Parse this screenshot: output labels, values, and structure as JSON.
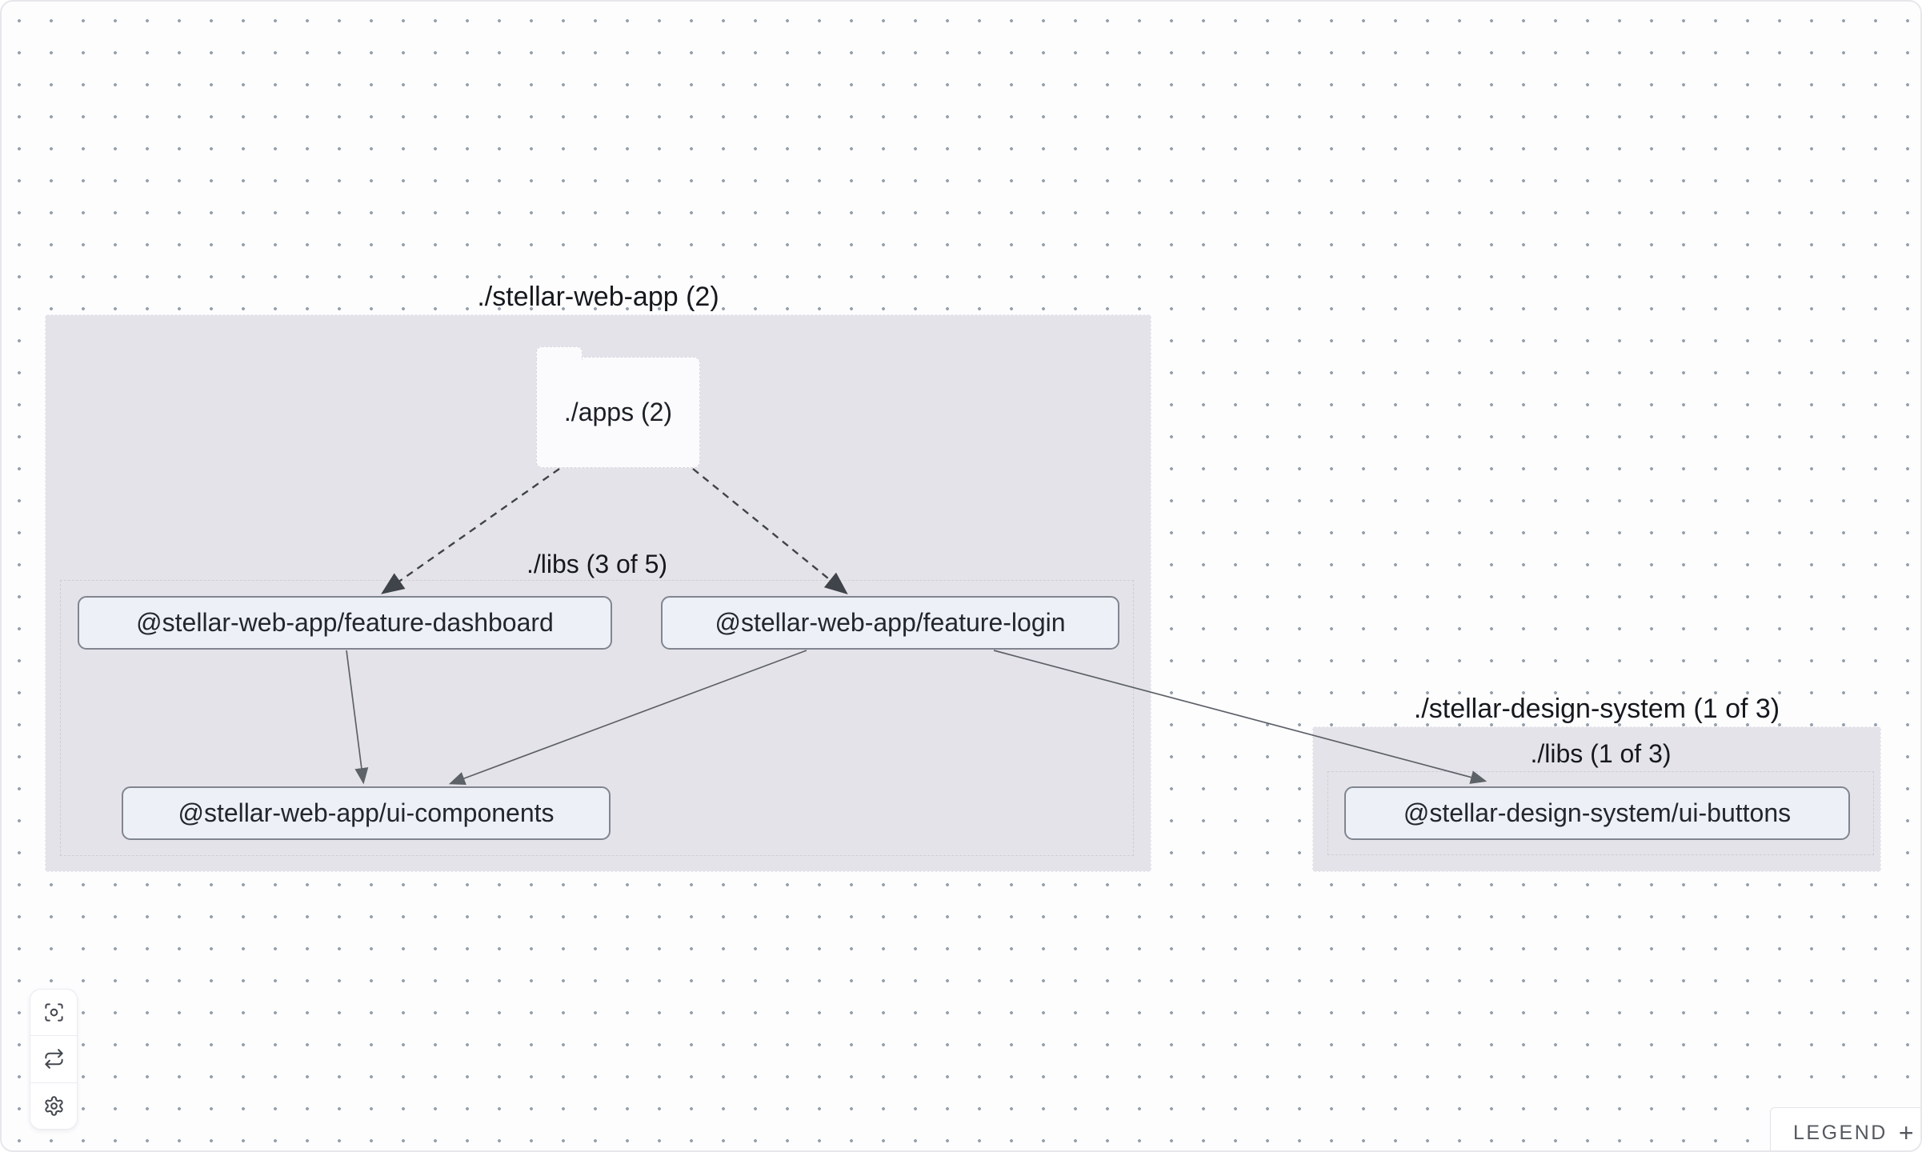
{
  "canvas": {
    "background": "#fdfdfe",
    "dot_color": "#99a1b0"
  },
  "groups": {
    "web_app": {
      "title": "./stellar-web-app (2)",
      "apps_folder_label": "./apps (2)",
      "libs_label": "./libs (3 of 5)"
    },
    "design_system": {
      "title": "./stellar-design-system (1 of 3)",
      "libs_label": "./libs (1 of 3)"
    }
  },
  "nodes": {
    "feature_dashboard": "@stellar-web-app/feature-dashboard",
    "feature_login": "@stellar-web-app/feature-login",
    "ui_components": "@stellar-web-app/ui-components",
    "ui_buttons": "@stellar-design-system/ui-buttons"
  },
  "edges": [
    {
      "from": "./apps",
      "to": "@stellar-web-app/feature-dashboard",
      "style": "dashed"
    },
    {
      "from": "./apps",
      "to": "@stellar-web-app/feature-login",
      "style": "dashed"
    },
    {
      "from": "@stellar-web-app/feature-dashboard",
      "to": "@stellar-web-app/ui-components",
      "style": "solid"
    },
    {
      "from": "@stellar-web-app/feature-login",
      "to": "@stellar-web-app/ui-components",
      "style": "solid"
    },
    {
      "from": "@stellar-web-app/feature-login",
      "to": "@stellar-design-system/ui-buttons",
      "style": "solid"
    }
  ],
  "toolbar": {
    "buttons": [
      {
        "name": "focus"
      },
      {
        "name": "refresh"
      },
      {
        "name": "settings"
      }
    ]
  },
  "legend": {
    "label": "LEGEND",
    "expand": "+"
  },
  "colors": {
    "group_fill": "#e5e3ea",
    "node_fill": "#edf0f7",
    "node_border": "#80858f",
    "edge_solid": "#5d6168",
    "edge_dashed": "#3f434a"
  }
}
